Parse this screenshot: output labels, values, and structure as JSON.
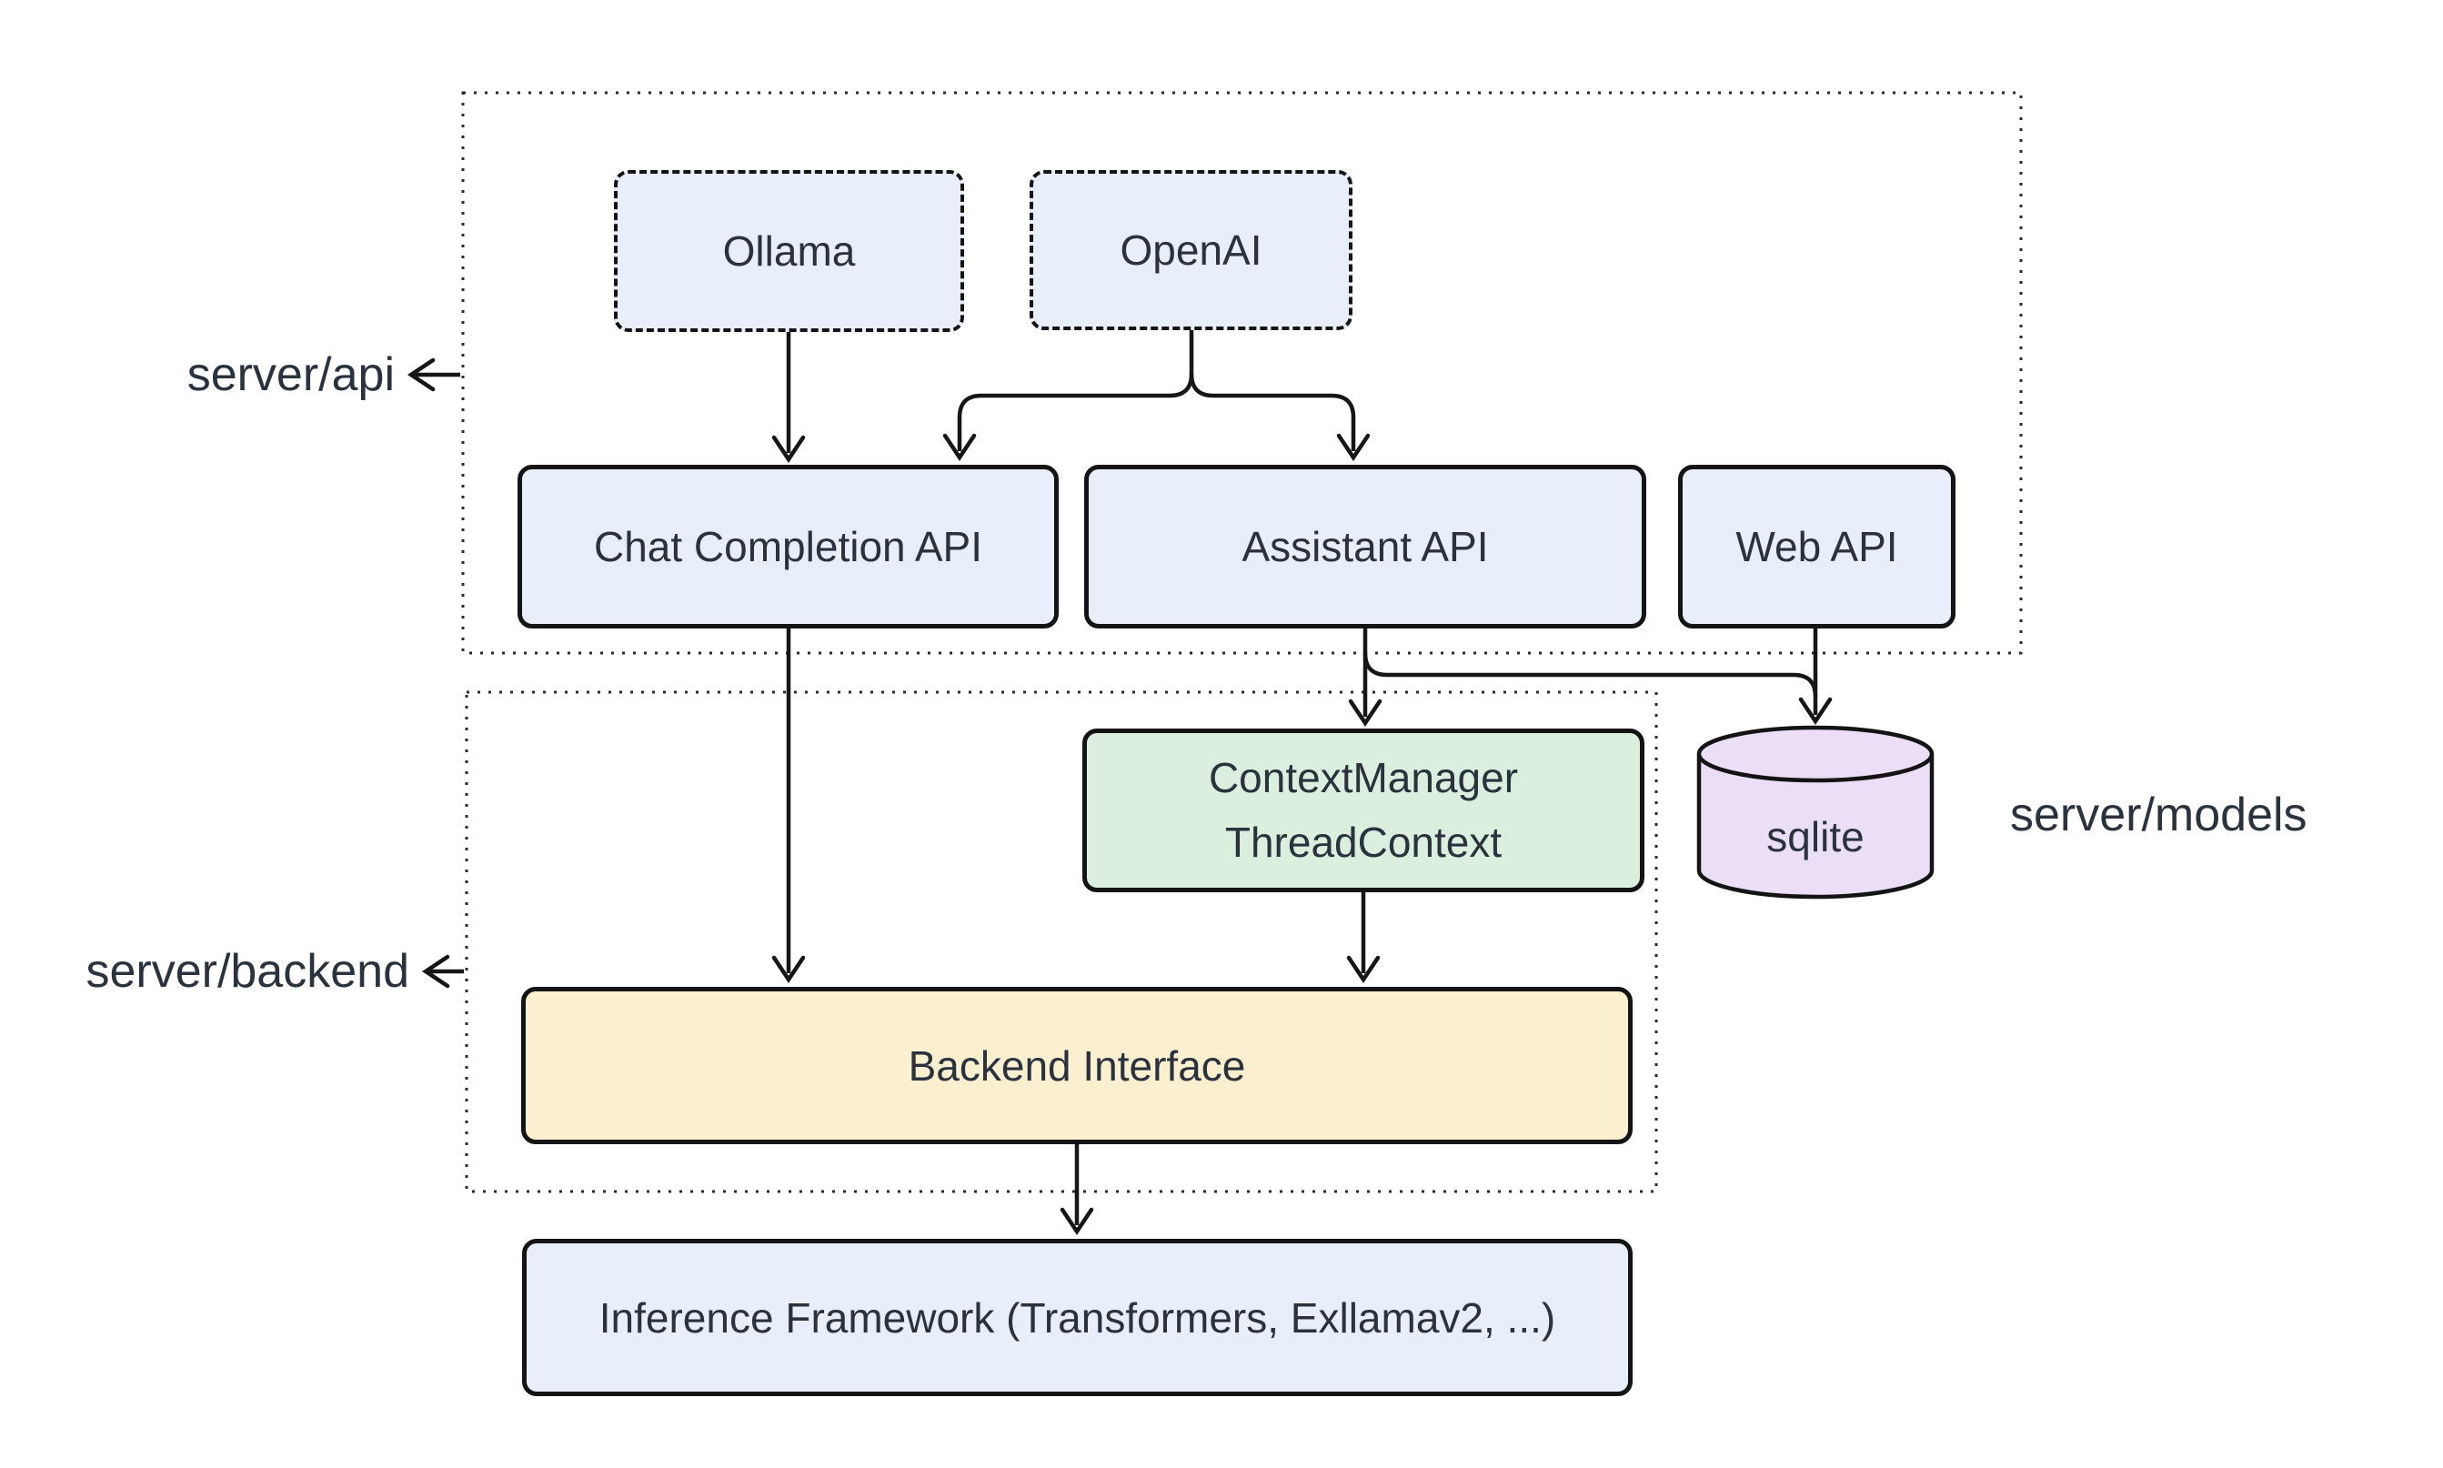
{
  "diagram": {
    "type": "architecture-diagram",
    "background": "#ffffff",
    "colors": {
      "bg": "#ffffff",
      "node_border": "#141414",
      "container_border": "#2a2a2a",
      "edge": "#161616",
      "text": "#2a323e",
      "blue_fill": "#e9effa",
      "green_fill": "#dcefde",
      "yellow_fill": "#faf0cf",
      "purple_fill": "#eadff7"
    },
    "containers": {
      "server_api": {
        "label": "server/api",
        "border_style": "dotted"
      },
      "server_backend": {
        "label": "server/backend",
        "border_style": "dotted"
      }
    },
    "external_labels": {
      "server_models": {
        "label": "server/models"
      }
    },
    "nodes": {
      "ollama": {
        "label": "Ollama",
        "fill": "#e9effa",
        "border_style": "dashed"
      },
      "openai": {
        "label": "OpenAI",
        "fill": "#e9effa",
        "border_style": "dashed"
      },
      "chat_completion_api": {
        "label": "Chat Completion API",
        "fill": "#e9effa",
        "border_style": "solid"
      },
      "assistant_api": {
        "label": "Assistant API",
        "fill": "#e9effa",
        "border_style": "solid"
      },
      "web_api": {
        "label": "Web API",
        "fill": "#e9effa",
        "border_style": "solid"
      },
      "context_manager": {
        "label_line1": "ContextManager",
        "label_line2": "ThreadContext",
        "fill": "#dcefde",
        "border_style": "solid"
      },
      "backend_interface": {
        "label": "Backend Interface",
        "fill": "#faf0cf",
        "border_style": "solid"
      },
      "inference_framework": {
        "label": "Inference Framework (Transformers, Exllamav2, ...)",
        "fill": "#e9effa",
        "border_style": "solid"
      },
      "sqlite": {
        "label": "sqlite",
        "fill": "#eadff7",
        "shape": "cylinder"
      }
    },
    "edges": [
      {
        "from": "ollama",
        "to": "chat_completion_api"
      },
      {
        "from": "openai",
        "to": "chat_completion_api"
      },
      {
        "from": "openai",
        "to": "assistant_api"
      },
      {
        "from": "chat_completion_api",
        "to": "backend_interface"
      },
      {
        "from": "assistant_api",
        "to": "context_manager"
      },
      {
        "from": "assistant_api",
        "to": "sqlite"
      },
      {
        "from": "web_api",
        "to": "sqlite"
      },
      {
        "from": "context_manager",
        "to": "backend_interface"
      },
      {
        "from": "backend_interface",
        "to": "inference_framework"
      },
      {
        "from": "server_api_border",
        "to": "server_api_label"
      },
      {
        "from": "server_backend_border",
        "to": "server_backend_label"
      }
    ]
  }
}
